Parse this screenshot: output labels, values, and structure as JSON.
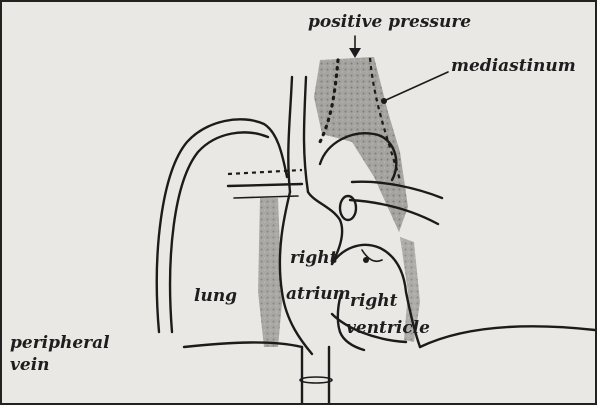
{
  "labels": {
    "positive_pressure": "positive pressure",
    "mediastinum": "mediastinum",
    "right_atrium_line1": "right",
    "right_atrium_line2": "atrium",
    "right_ventricle_line1": "right",
    "right_ventricle_line2": "ventricle",
    "lung": "lung",
    "peripheral_vein_line1": "peripheral",
    "peripheral_vein_line2": "vein"
  },
  "colors": {
    "paper": "#e9e8e4",
    "ink": "#1b1b1b",
    "shading": "#8d8c88"
  }
}
